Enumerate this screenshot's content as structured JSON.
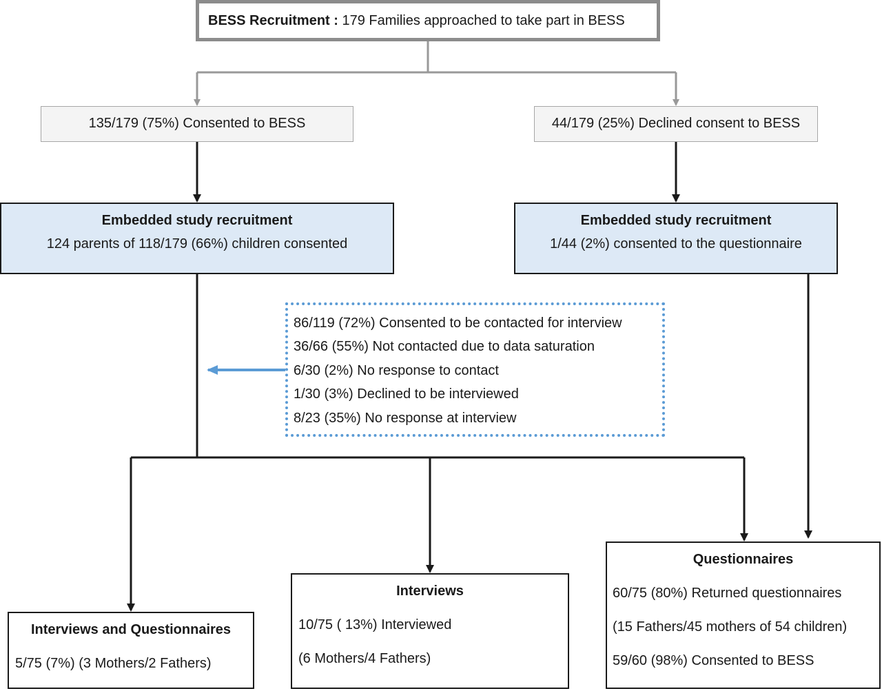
{
  "top": {
    "label": "BESS Recruitment :",
    "text": "179 Families approached to take part in BESS"
  },
  "consented": "135/179 (75%) Consented to BESS",
  "declined": "44/179 (25%) Declined consent to BESS",
  "embedded_left": {
    "title": "Embedded study recruitment",
    "text": "124 parents of 118/179 (66%) children consented"
  },
  "embedded_right": {
    "title": "Embedded study recruitment",
    "text": "1/44 (2%) consented to the questionnaire"
  },
  "exclusions": [
    "86/119 (72%) Consented to be contacted for interview",
    "36/66 (55%) Not contacted due to data saturation",
    "6/30 (2%) No response to contact",
    "1/30 (3%) Declined to be interviewed",
    "8/23 (35%) No response at interview"
  ],
  "interviews_questionnaires": {
    "title": "Interviews and Questionnaires",
    "line1": "5/75 (7%)  (3 Mothers/2 Fathers)"
  },
  "interviews": {
    "title": "Interviews",
    "line1": "10/75 ( 13%) Interviewed",
    "line2": "(6 Mothers/4 Fathers)"
  },
  "questionnaires": {
    "title": "Questionnaires",
    "line1": "60/75 (80%) Returned questionnaires",
    "line2": "(15 Fathers/45 mothers of 54 children)",
    "line3": "59/60 (98%) Consented to BESS"
  },
  "colors": {
    "gray_connector": "#999999",
    "black_connector": "#1a1a1a",
    "blue_arrow": "#5b9bd5",
    "box_fill_blue": "#dde9f6"
  }
}
